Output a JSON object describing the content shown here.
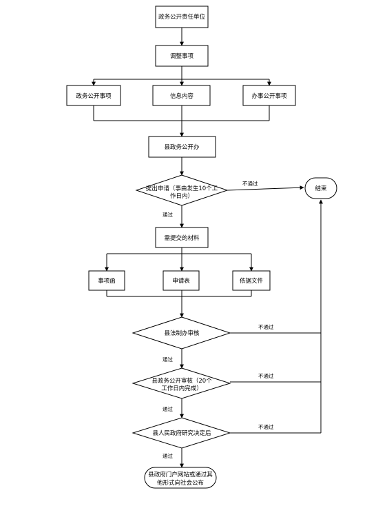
{
  "nodes": {
    "responsible_unit": "政务公开责任单位",
    "adjust_items": "调整事项",
    "gov_affairs_items": "政务公开事项",
    "info_content": "信息内容",
    "service_items": "办事公开事项",
    "county_office": "县政务公开办",
    "submit_application_line1": "提出申请（事由发生10个工",
    "submit_application_line2": "作日内）",
    "end": "结束",
    "materials": "需提交的材料",
    "item_letter": "事项函",
    "application_form": "申请表",
    "basis_docs": "依据文件",
    "legal_review": "县法制办审核",
    "office_review_line1": "县政务公开审核（20个",
    "office_review_line2": "工作日内完成）",
    "gov_decision": "县人民政府研究决定后",
    "publish_line1": "县政府门户网站或通过其",
    "publish_line2": "他形式向社会公布"
  },
  "edge_labels": {
    "reject_1": "不通过",
    "pass_1": "通过",
    "reject_2": "不通过",
    "pass_2": "通过",
    "reject_3": "不通过",
    "pass_3": "通过",
    "reject_4": "不通过",
    "pass_4": "通过"
  }
}
